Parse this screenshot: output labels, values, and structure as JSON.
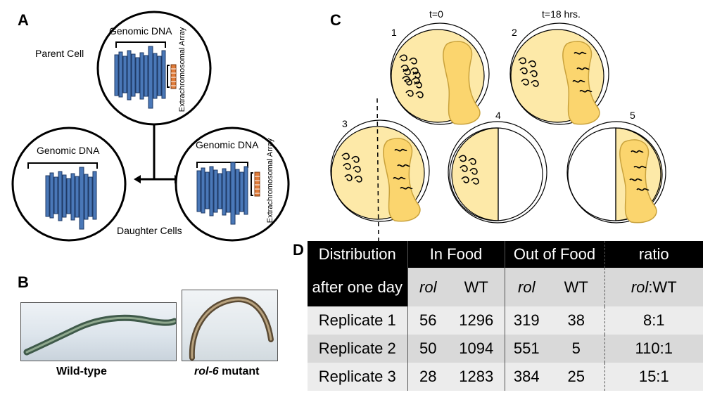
{
  "panels": {
    "a": "A",
    "b": "B",
    "c": "C",
    "d": "D"
  },
  "panel_a": {
    "parent_label": "Parent Cell",
    "genomic_dna": "Genomic DNA",
    "array_label": "Extrachromosomal Array",
    "daughter_label": "Daughter Cells"
  },
  "panel_b": {
    "wild_type": "Wild-type",
    "mutant_gene": "rol-6",
    "mutant_suffix": " mutant"
  },
  "panel_c": {
    "time_start": "t=0",
    "time_end": "t=18 hrs.",
    "plates": [
      "1",
      "2",
      "3",
      "4",
      "5"
    ]
  },
  "table": {
    "header_row_label": "Distribution",
    "row_label_rest": "after one day",
    "in_food": "In Food",
    "out_of_food": "Out of Food",
    "ratio": "ratio",
    "rol": "rol",
    "wt": "WT",
    "ratio_sub_rol": "rol",
    "ratio_sub_rest": ":WT",
    "rows": [
      {
        "label": "Replicate 1",
        "in_rol": "56",
        "in_wt": "1296",
        "out_rol": "319",
        "out_wt": "38",
        "ratio": "8:1"
      },
      {
        "label": "Replicate 2",
        "in_rol": "50",
        "in_wt": "1094",
        "out_rol": "551",
        "out_wt": "5",
        "ratio": "110:1"
      },
      {
        "label": "Replicate 3",
        "in_rol": "28",
        "in_wt": "1283",
        "out_rol": "384",
        "out_wt": "25",
        "ratio": "15:1"
      }
    ]
  },
  "colors": {
    "chromosome": "#4a78b8",
    "plate_fill": "#fde9a8",
    "food": "#fbd56e",
    "array": "#e07b39"
  }
}
